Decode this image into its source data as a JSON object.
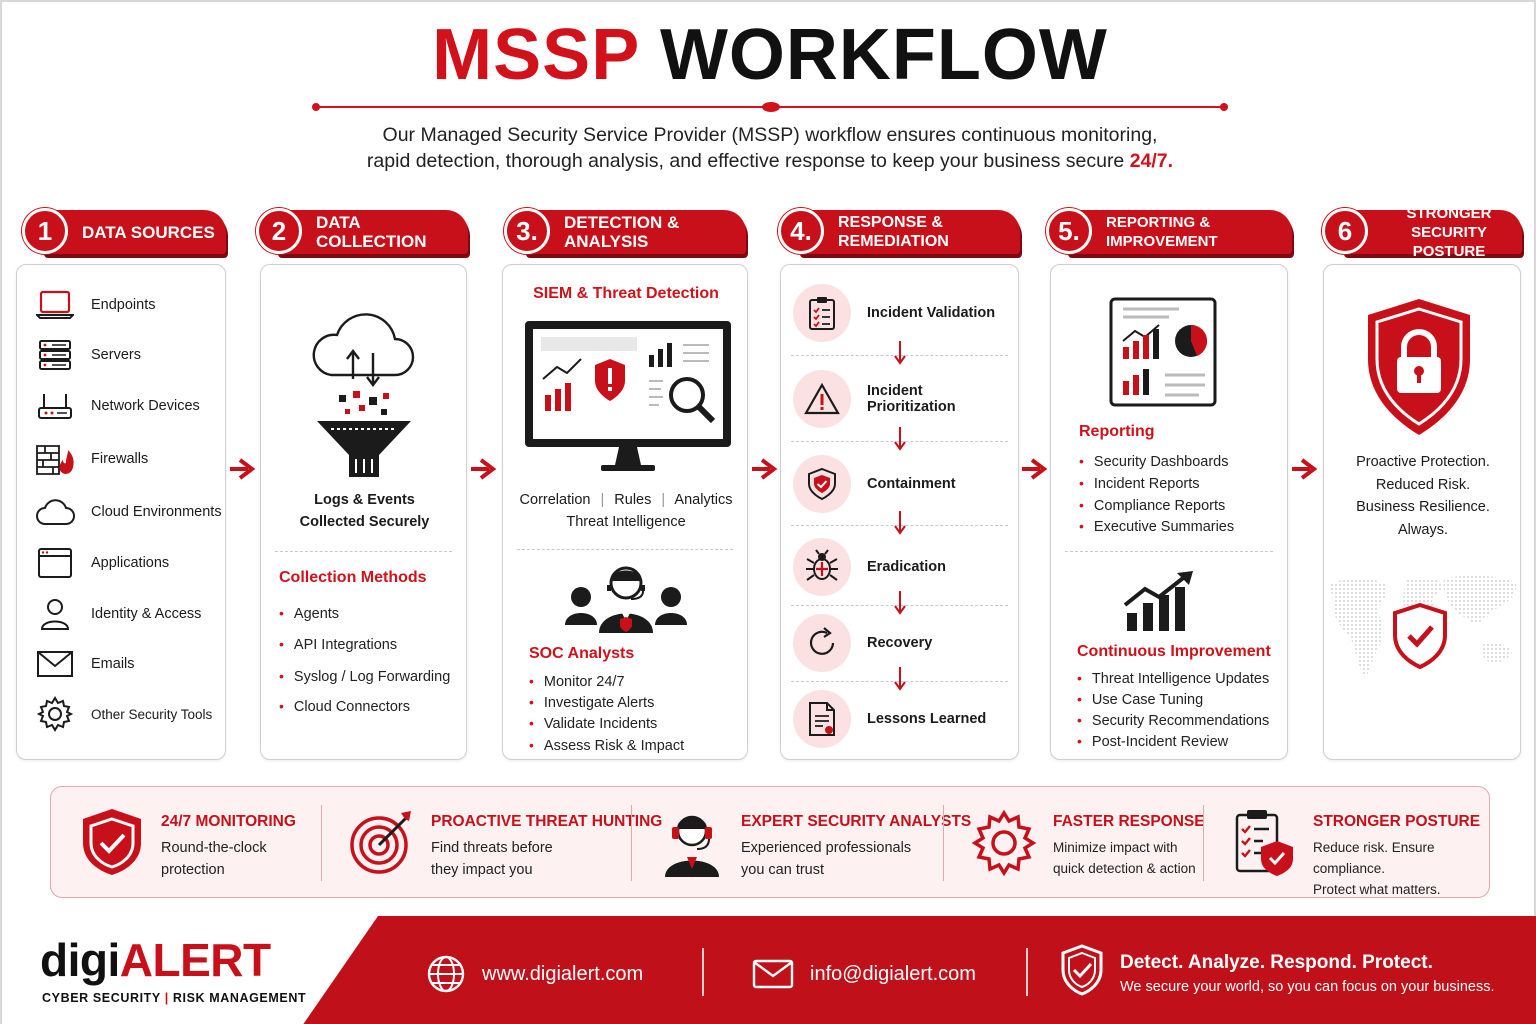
{
  "title": {
    "part1": "MSSP",
    "part2": "WORKFLOW"
  },
  "subtitle": {
    "line1": "Our Managed Security Service Provider (MSSP) workflow ensures continuous monitoring,",
    "line2": "rapid detection, thorough analysis, and effective response to keep your business secure",
    "highlight": "24/7."
  },
  "steps": [
    {
      "num": "1",
      "label": "DATA SOURCES"
    },
    {
      "num": "2",
      "label": "DATA COLLECTION"
    },
    {
      "num": "3.",
      "label": "DETECTION & ANALYSIS"
    },
    {
      "num": "4.",
      "label": "RESPONSE & REMEDIATION"
    },
    {
      "num": "5.",
      "label": "REPORTING & IMPROVEMENT"
    },
    {
      "num": "6",
      "label": "STRONGER SECURITY POSTURE"
    }
  ],
  "sources": [
    {
      "label": "Endpoints",
      "icon": "laptop-icon"
    },
    {
      "label": "Servers",
      "icon": "server-icon"
    },
    {
      "label": "Network Devices",
      "icon": "router-icon"
    },
    {
      "label": "Firewalls",
      "icon": "firewall-icon"
    },
    {
      "label": "Cloud Environments",
      "icon": "cloud-icon"
    },
    {
      "label": "Applications",
      "icon": "app-window-icon"
    },
    {
      "label": "Identity & Access",
      "icon": "user-icon"
    },
    {
      "label": "Emails",
      "icon": "mail-icon"
    },
    {
      "label": "Other Security Tools",
      "icon": "gear-icon"
    }
  ],
  "collection": {
    "caption1": "Logs & Events",
    "caption2": "Collected Securely",
    "methods_title": "Collection Methods",
    "methods": [
      "Agents",
      "API Integrations",
      "Syslog / Log Forwarding",
      "Cloud Connectors"
    ]
  },
  "detection": {
    "title": "SIEM & Threat Detection",
    "tags": [
      "Correlation",
      "Rules",
      "Analytics"
    ],
    "tag_sep": "|",
    "line2": "Threat Intelligence",
    "soc_title": "SOC Analysts",
    "soc_items": [
      "Monitor 24/7",
      "Investigate Alerts",
      "Validate Incidents",
      "Assess Risk & Impact"
    ]
  },
  "response": [
    {
      "label": "Incident Validation",
      "icon": "clipboard-checklist-icon"
    },
    {
      "label": "Incident Prioritization",
      "icon": "warning-triangle-icon"
    },
    {
      "label": "Containment",
      "icon": "shield-check-icon"
    },
    {
      "label": "Eradication",
      "icon": "bug-icon"
    },
    {
      "label": "Recovery",
      "icon": "refresh-icon"
    },
    {
      "label": "Lessons Learned",
      "icon": "document-icon"
    }
  ],
  "reporting": {
    "title": "Reporting",
    "items": [
      "Security Dashboards",
      "Incident Reports",
      "Compliance Reports",
      "Executive Summaries"
    ],
    "ci_title": "Continuous Improvement",
    "ci_items": [
      "Threat Intelligence Updates",
      "Use Case Tuning",
      "Security Recommendations",
      "Post-Incident Review"
    ]
  },
  "posture": {
    "lines": [
      "Proactive Protection.",
      "Reduced Risk.",
      "Business Resilience.",
      "Always."
    ]
  },
  "features": [
    {
      "title": "24/7 MONITORING",
      "desc1": "Round-the-clock",
      "desc2": "protection",
      "icon": "shield-check-icon"
    },
    {
      "title": "PROACTIVE THREAT HUNTING",
      "desc1": "Find threats before",
      "desc2": "they impact you",
      "icon": "target-icon"
    },
    {
      "title": "EXPERT SECURITY ANALYSTS",
      "desc1": "Experienced professionals",
      "desc2": "you can trust",
      "icon": "analyst-headset-icon"
    },
    {
      "title": "FASTER RESPONSE",
      "desc1": "Minimize impact with",
      "desc2": "quick detection & action",
      "icon": "gear-icon"
    },
    {
      "title": "STRONGER POSTURE",
      "desc1": "Reduce risk. Ensure compliance.",
      "desc2": "Protect what matters.",
      "icon": "clipboard-shield-icon"
    }
  ],
  "footer": {
    "logo_part1": "digi",
    "logo_part2": "ALERT",
    "logo_sub1": "CYBER SECURITY",
    "logo_sub_sep": "|",
    "logo_sub2": "RISK MANAGEMENT",
    "website": "www.digialert.com",
    "email": "info@digialert.com",
    "tagline": "Detect. Analyze. Respond. Protect.",
    "tagline2": "We secure your world, so you can focus on your business."
  },
  "colors": {
    "accent": "#c8101a",
    "accent_light": "#fbe1e2",
    "text": "#1b1b1b"
  }
}
